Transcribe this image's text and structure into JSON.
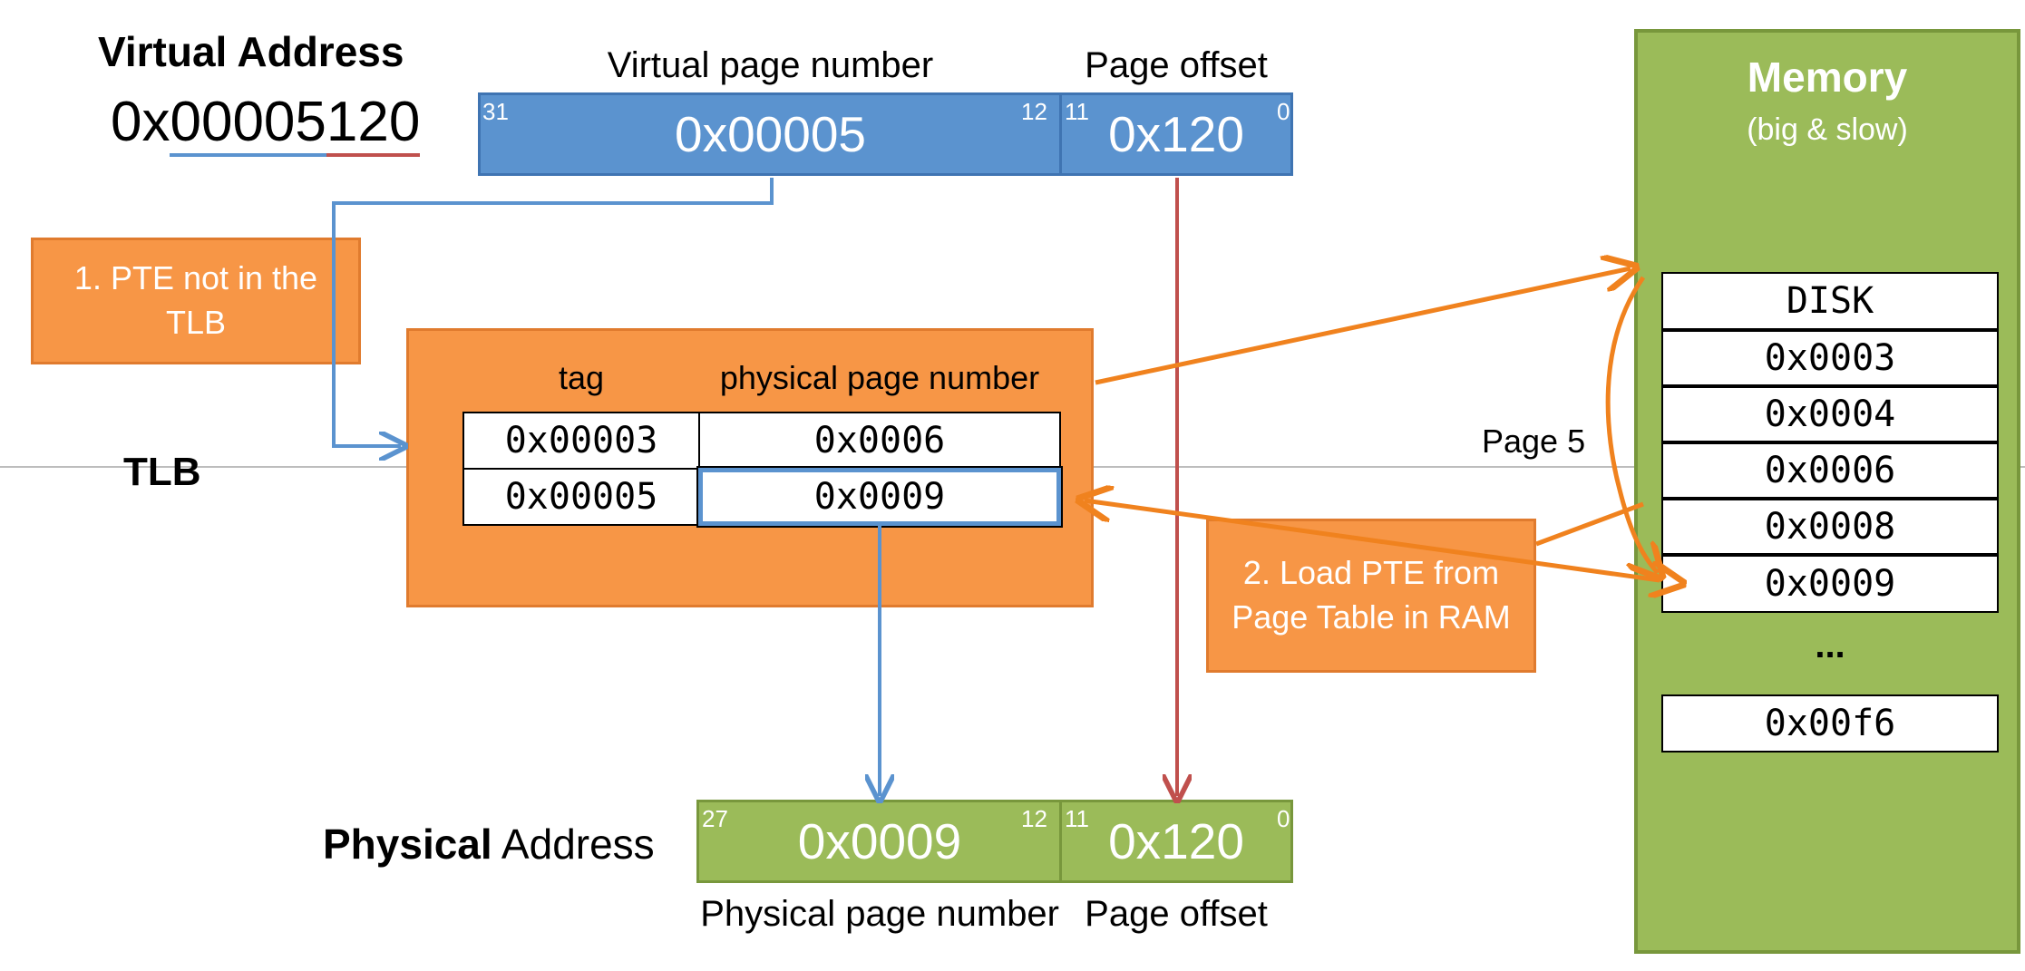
{
  "virtual_address": {
    "title": "Virtual Address",
    "value_prefix": "0x",
    "value_vpn": "00005",
    "value_offset": "120",
    "vpn_header": "Virtual page number",
    "offset_header": "Page offset",
    "vpn_value": "0x00005",
    "offset_value": "0x120",
    "bits": {
      "vpn_hi": "31",
      "vpn_lo": "12",
      "off_hi": "11",
      "off_lo": "0"
    }
  },
  "callout_1": "1. PTE not in the TLB",
  "callout_2": "2. Load PTE from Page Table in RAM",
  "tlb": {
    "label": "TLB",
    "headers": {
      "tag": "tag",
      "ppn": "physical page number"
    },
    "rows": [
      {
        "tag": "0x00003",
        "ppn": "0x0006"
      },
      {
        "tag": "0x00005",
        "ppn": "0x0009"
      }
    ]
  },
  "page_label": "Page 5",
  "memory": {
    "title": "Memory",
    "subtitle": "(big & slow)",
    "entries": [
      "DISK",
      "0x0003",
      "0x0004",
      "0x0006",
      "0x0008",
      "0x0009"
    ],
    "ellipsis": "...",
    "last_entry": "0x00f6"
  },
  "physical_address": {
    "title_bold": "Physical",
    "title_rest": " Address",
    "ppn_value": "0x0009",
    "offset_value": "0x120",
    "ppn_footer": "Physical page number",
    "offset_footer": "Page offset",
    "bits": {
      "ppn_hi": "27",
      "ppn_lo": "12",
      "off_hi": "11",
      "off_lo": "0"
    }
  },
  "colors": {
    "blue": "#5b93cf",
    "green": "#9bbb59",
    "orange": "#f79646",
    "red_arrow": "#c0504d",
    "orange_arrow": "#f0821e"
  }
}
